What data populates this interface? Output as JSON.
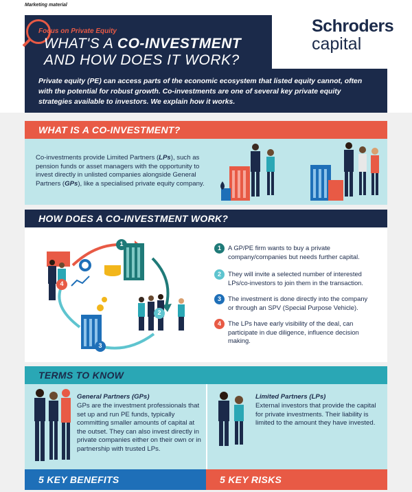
{
  "header": {
    "marketing_label": "Marketing material",
    "focus_label": "Focus on Private Equity",
    "title_prefix": "WHAT'S A ",
    "title_bold": "CO-INVESTMENT",
    "title_line2": "AND HOW DOES IT WORK?",
    "brand_line1": "Schroders",
    "brand_line2": "capital"
  },
  "intro": {
    "text": "Private equity (PE) can access parts of the economic ecosystem that listed equity cannot, often with the potential for robust growth. Co-investments are one of several key private equity strategies available to investors. We explain how it works."
  },
  "section1": {
    "heading": "WHAT IS A CO-INVESTMENT?",
    "text_parts": [
      "Co-investments provide Limited Partners (",
      "LPs",
      "), such as pension funds or asset managers with the opportunity to invest directly in unlisted companies alongside General Partners (",
      "GPs",
      "), like a specialised private equity company."
    ]
  },
  "section2": {
    "heading": "HOW DOES A CO-INVESTMENT WORK?",
    "steps": [
      {
        "num": "1",
        "color": "#1f7a78",
        "text": "A GP/PE firm wants to buy a private company/companies but needs further capital."
      },
      {
        "num": "2",
        "color": "#5ec4cf",
        "text": "They will invite a selected number of interested LPs/co-investors to join them in the transaction."
      },
      {
        "num": "3",
        "color": "#1e6fb8",
        "text": "The investment is done directly into the company or through an SPV (Special Purpose Vehicle)."
      },
      {
        "num": "4",
        "color": "#e85a45",
        "text": "The LPs have early visibility of the deal, can participate in due diligence, influence decision making."
      }
    ],
    "cycle_labels": [
      "1",
      "2",
      "3",
      "4"
    ]
  },
  "section3": {
    "heading": "TERMS TO KNOW",
    "gp_title": "General Partners (GPs)",
    "gp_text": "GPs are the investment professionals that set up and run PE funds, typically committing smaller amounts of capital at the outset. They can also invest directly in private companies either on their own or in partnership with trusted LPs.",
    "lp_title": "Limited Partners (LPs)",
    "lp_text": "External investors that provide the capital for private investments. Their liability is limited to the amount they have invested."
  },
  "footer": {
    "benefits_heading": "5 KEY BENEFITS",
    "risks_heading": "5 KEY RISKS"
  },
  "colors": {
    "navy": "#1b2a4a",
    "red": "#e85a45",
    "teal": "#2aa7b5",
    "light_teal": "#bfe6ea",
    "blue": "#1e6fb8"
  }
}
